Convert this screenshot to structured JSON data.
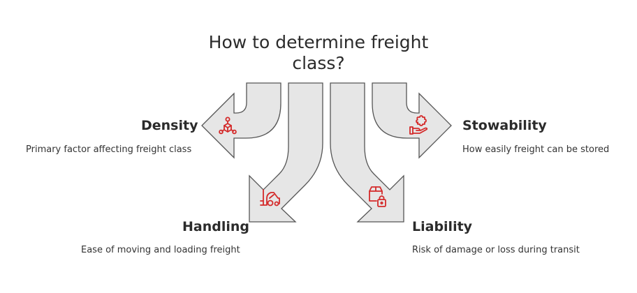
{
  "title": "How to determine freight class?",
  "title_line1": "How to determine freight",
  "title_line2": "class?",
  "accent_color": "#d42a2a",
  "arrow_fill": "#e6e6e6",
  "factors": [
    {
      "name": "Density",
      "description": "Primary factor affecting freight class",
      "icon": "molecule-cube-icon",
      "direction": "left"
    },
    {
      "name": "Handling",
      "description": "Ease of moving and loading freight",
      "icon": "forklift-icon",
      "direction": "down-left"
    },
    {
      "name": "Liability",
      "description": "Risk of damage or loss during transit",
      "icon": "box-lock-icon",
      "direction": "down-right"
    },
    {
      "name": "Stowability",
      "description": "How easily freight can be stored",
      "icon": "hand-puzzle-icon",
      "direction": "right"
    }
  ]
}
